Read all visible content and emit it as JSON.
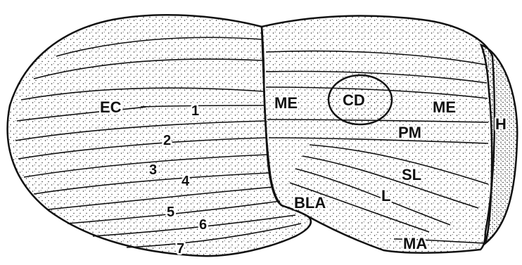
{
  "colors": {
    "ink": "#111111",
    "paper": "#ffffff",
    "stipple": "#2a2a2a"
  },
  "labels": {
    "ec": "EC",
    "me_left": "ME",
    "cd": "CD",
    "me_right": "ME",
    "h": "H",
    "pm": "PM",
    "sl": "SL",
    "l": "L",
    "bla": "BLA",
    "ma": "MA",
    "n1": "1",
    "n2": "2",
    "n3": "3",
    "n4": "4",
    "n5": "5",
    "n6": "6",
    "n7": "7"
  }
}
